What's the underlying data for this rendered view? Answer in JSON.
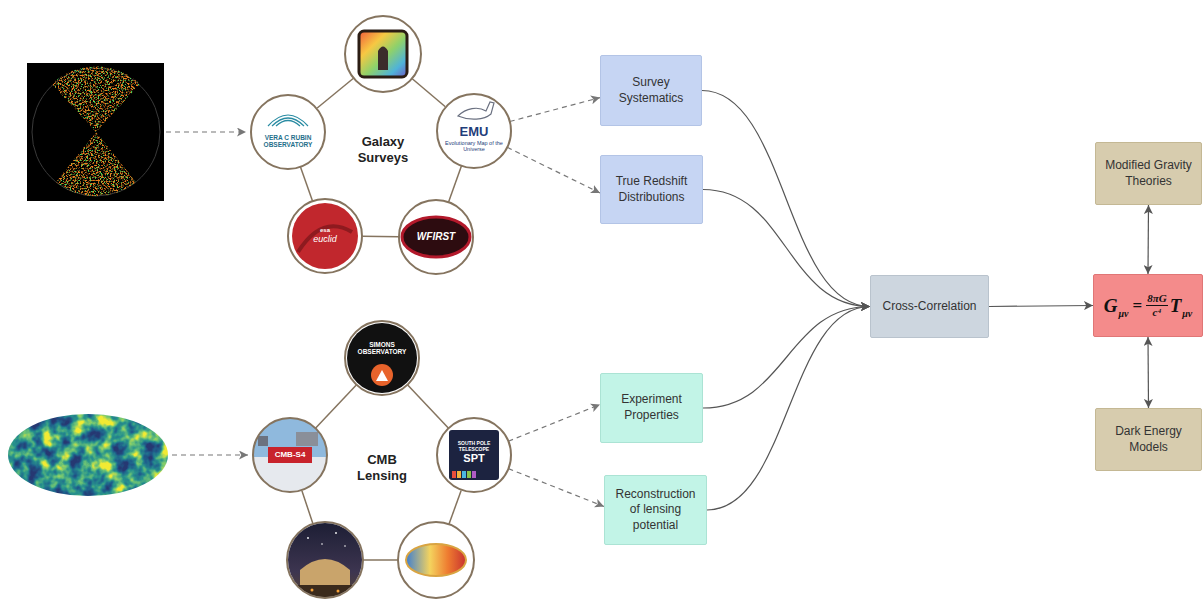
{
  "diagram": {
    "nodes": [
      {
        "text": [
          "VERA C RUBIN OBSERVATORY"
        ]
      },
      {
        "text": [
          "EMU",
          "Evolutionary Map of the Universe"
        ]
      },
      {
        "text": [
          "WFIRST"
        ]
      },
      {
        "text": [
          "esa",
          "euclid"
        ]
      },
      {
        "text": [
          "Survey Systematics"
        ]
      },
      {
        "text": [
          "True Redshift Distributions"
        ]
      },
      {
        "text": [
          "SIMONS OBSERVATORY"
        ]
      },
      {
        "text": [
          "CMB-S4"
        ]
      },
      {
        "text": [
          "SOUTH POLE TELESCOPE",
          "SPT"
        ]
      },
      {
        "text": [
          "Experiment Properties"
        ]
      },
      {
        "text": [
          "Reconstruction of lensing potential"
        ]
      },
      {
        "text": [
          "Cross-Correlation"
        ]
      },
      {
        "text": [
          "G",
          "μν",
          "=",
          "8πG",
          "c⁴",
          "T",
          "μν"
        ]
      },
      {
        "text": [
          "Modified Gravity Theories"
        ]
      },
      {
        "text": [
          "Dark Energy Models"
        ]
      }
    ],
    "edges": [
      {
        "from": 1,
        "to": 2,
        "arrow": "none"
      },
      {
        "from": 2,
        "to": 3,
        "arrow": "none"
      },
      {
        "from": 3,
        "to": 0,
        "arrow": "none"
      },
      {
        "from": 6,
        "to": 8,
        "arrow": "none"
      },
      {
        "from": 7,
        "to": 6,
        "arrow": "none"
      },
      {
        "from": 1,
        "to": 4,
        "arrow": "to"
      },
      {
        "from": 1,
        "to": 5,
        "arrow": "to"
      },
      {
        "from": 8,
        "to": 9,
        "arrow": "to"
      },
      {
        "from": 8,
        "to": 10,
        "arrow": "to"
      },
      {
        "from": 4,
        "to": 11,
        "arrow": "to"
      },
      {
        "from": 5,
        "to": 11,
        "arrow": "to"
      },
      {
        "from": 9,
        "to": 11,
        "arrow": "to"
      },
      {
        "from": 10,
        "to": 11,
        "arrow": "to"
      },
      {
        "from": 11,
        "to": 12,
        "arrow": "to"
      },
      {
        "from": 12,
        "to": 13,
        "arrow": "both"
      },
      {
        "from": 12,
        "to": 14,
        "arrow": "both"
      }
    ],
    "labels": [
      "Galaxy Surveys",
      "CMB Lensing"
    ]
  }
}
